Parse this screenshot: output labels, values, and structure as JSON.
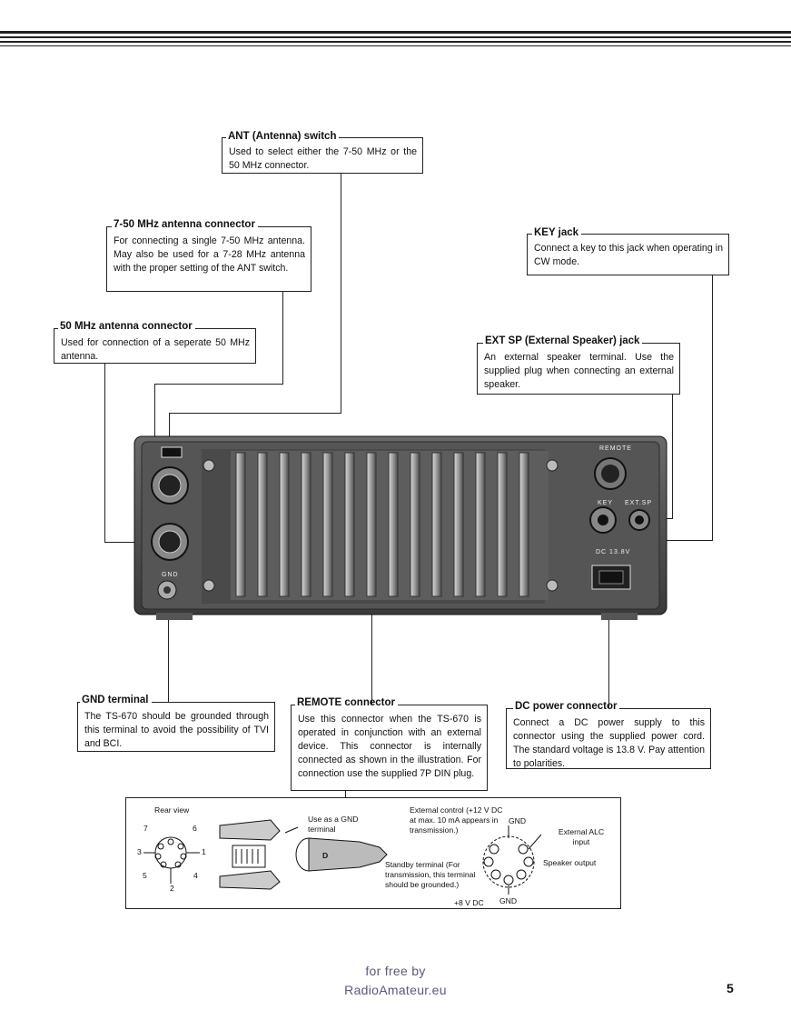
{
  "callouts": {
    "ant_switch": {
      "title": "ANT (Antenna) switch",
      "text": "Used to select either the 7-50 MHz or the 50  MHz connector."
    },
    "ant_750": {
      "title": "7-50 MHz antenna connector",
      "text": "For connecting a single 7-50 MHz antenna. May also be used for a 7-28 MHz antenna with the proper setting of the ANT switch."
    },
    "ant_50": {
      "title": "50 MHz antenna connector",
      "text": "Used for connection of a seperate 50 MHz antenna."
    },
    "key_jack": {
      "title": "KEY jack",
      "text": "Connect a key to this jack when operating in CW mode."
    },
    "ext_sp": {
      "title": "EXT SP (External Speaker) jack",
      "text": "An external speaker terminal. Use the supplied plug when connecting an external speaker."
    },
    "gnd": {
      "title": "GND terminal",
      "text": "The TS-670 should be grounded through this terminal to avoid the possibility of TVI and BCI."
    },
    "remote": {
      "title": "REMOTE connector",
      "text": "Use this connector when the TS-670 is operated in conjunction with an external device. This connector is internally connected as shown in the illustration. For connection use the supplied 7P DIN plug."
    },
    "dc": {
      "title": "DC power connector",
      "text": "Connect a DC power supply to this connector using the supplied power cord. The standard voltage is 13.8 V. Pay attention to polarities."
    }
  },
  "panel_labels": {
    "remote": "REMOTE",
    "key": "KEY",
    "ext_sp": "EXT.SP",
    "dc": "DC 13.8V",
    "gnd": "GND"
  },
  "diagram": {
    "rear_view": "Rear view",
    "use_gnd": "Use as a GND terminal",
    "ext_control": "External control (+12 V DC at max. 10 mA appears in transmission.)",
    "gnd_top": "GND",
    "ext_alc": "External ALC input",
    "speaker_out": "Speaker output",
    "standby": "Standby terminal (For transmission, this terminal should be grounded.)",
    "plus8": "+8 V DC",
    "gnd_bottom": "GND",
    "plug_letter": "D",
    "pins": [
      "1",
      "2",
      "3",
      "4",
      "5",
      "6",
      "7"
    ]
  },
  "footer": {
    "line1": "for free by",
    "line2": "RadioAmateur.eu",
    "page": "5"
  }
}
